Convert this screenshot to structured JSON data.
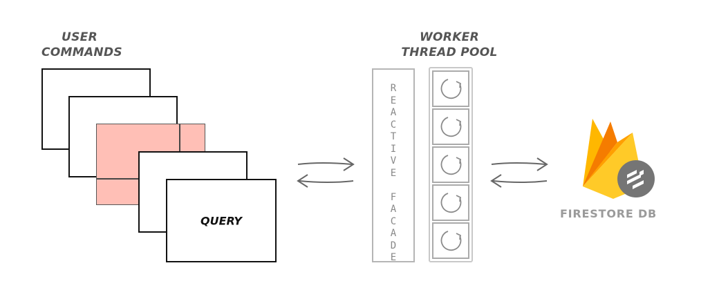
{
  "user_commands": {
    "label_lines": [
      "USER",
      "COMMANDS"
    ],
    "query_label": "QUERY"
  },
  "worker_pool": {
    "label_lines": [
      "WORKER",
      "THREAD POOL"
    ],
    "slot_count": 5,
    "slot_icon": "refresh-icon"
  },
  "facade": {
    "letters": [
      "R",
      "E",
      "A",
      "C",
      "T",
      "I",
      "V",
      "E",
      "",
      "F",
      "A",
      "C",
      "A",
      "D",
      "E"
    ]
  },
  "firestore": {
    "label": "FIRESTORE DB",
    "logo": "firebase-flame-logo",
    "badge_icon": "firestore-stack-icon",
    "colors": {
      "flame_yellow": "#FFCA28",
      "flame_amber": "#FFA000",
      "flame_orange": "#F57C00",
      "badge": "#757575"
    }
  },
  "colors": {
    "highlight_card": "#ffbfb6",
    "card_border": "#111111",
    "muted_border": "#b5b5b5",
    "arrow": "#666666"
  }
}
